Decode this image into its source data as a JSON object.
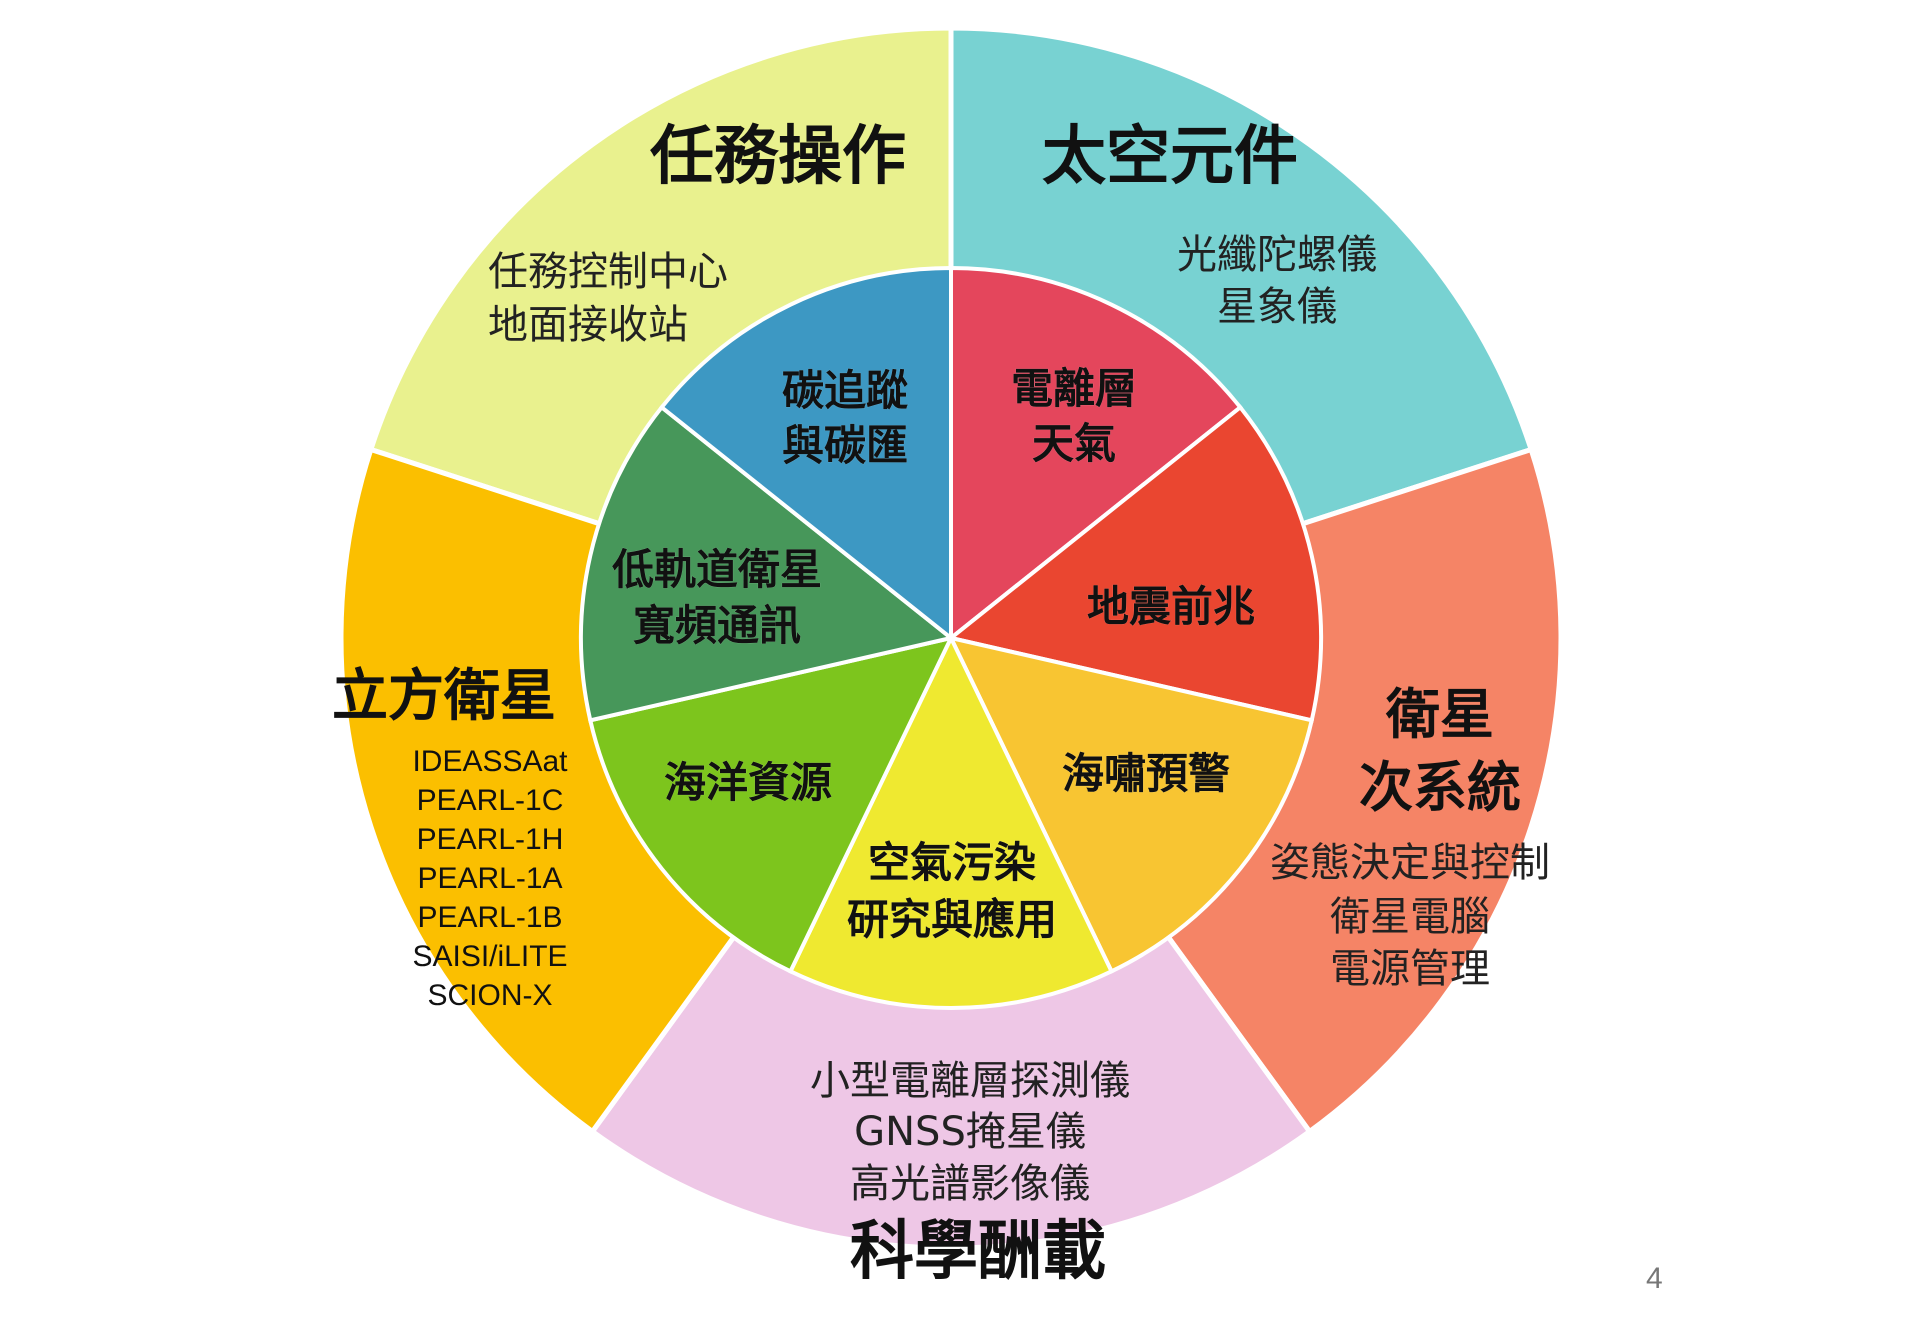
{
  "colors": {
    "mission_ops": "#E9F18E",
    "space_components": "#78D2D2",
    "satellite_subsystems": "#F58466",
    "science_payload": "#EEC7E6",
    "cubesat": "#FBBF00",
    "carbon": "#E4465C",
    "ionosphere": "#EA4630",
    "earthquake": "#F8C532",
    "tsunami": "#EFE930",
    "air_pollution": "#7DC51D",
    "ocean": "#47975A",
    "leo_comm": "#3D98C3",
    "separator": "#FFFFFF"
  },
  "outer": [
    {
      "id": "mission_ops",
      "title": "任務操作",
      "lines": [
        "任務控制中心",
        "地面接收站"
      ]
    },
    {
      "id": "space_components",
      "title": "太空元件",
      "lines": [
        "光纖陀螺儀",
        "星象儀"
      ]
    },
    {
      "id": "satellite_subsystems",
      "title_lines": [
        "衛星",
        "次系統"
      ],
      "lines": [
        "姿態決定與控制",
        "衛星電腦",
        "電源管理"
      ]
    },
    {
      "id": "science_payload",
      "title": "科學酬載",
      "lines": [
        "小型電離層探測儀",
        "GNSS掩星儀",
        "高光譜影像儀"
      ]
    },
    {
      "id": "cubesat",
      "title": "立方衛星",
      "lines": [
        "IDEASSAat",
        "PEARL-1C",
        "PEARL-1H",
        "PEARL-1A",
        "PEARL-1B",
        "SAISI/iLITE",
        "SCION-X"
      ]
    }
  ],
  "inner": [
    {
      "id": "carbon",
      "lines": [
        "碳追蹤",
        "與碳匯"
      ]
    },
    {
      "id": "ionosphere",
      "lines": [
        "電離層",
        "天氣"
      ]
    },
    {
      "id": "earthquake",
      "lines": [
        "地震前兆"
      ]
    },
    {
      "id": "tsunami",
      "lines": [
        "海嘯預警"
      ]
    },
    {
      "id": "air_pollution",
      "lines": [
        "空氣污染",
        "研究與應用"
      ]
    },
    {
      "id": "ocean",
      "lines": [
        "海洋資源"
      ]
    },
    {
      "id": "leo_comm",
      "lines": [
        "低軌道衛星",
        "寬頻通訊"
      ]
    }
  ],
  "page_number": "4"
}
